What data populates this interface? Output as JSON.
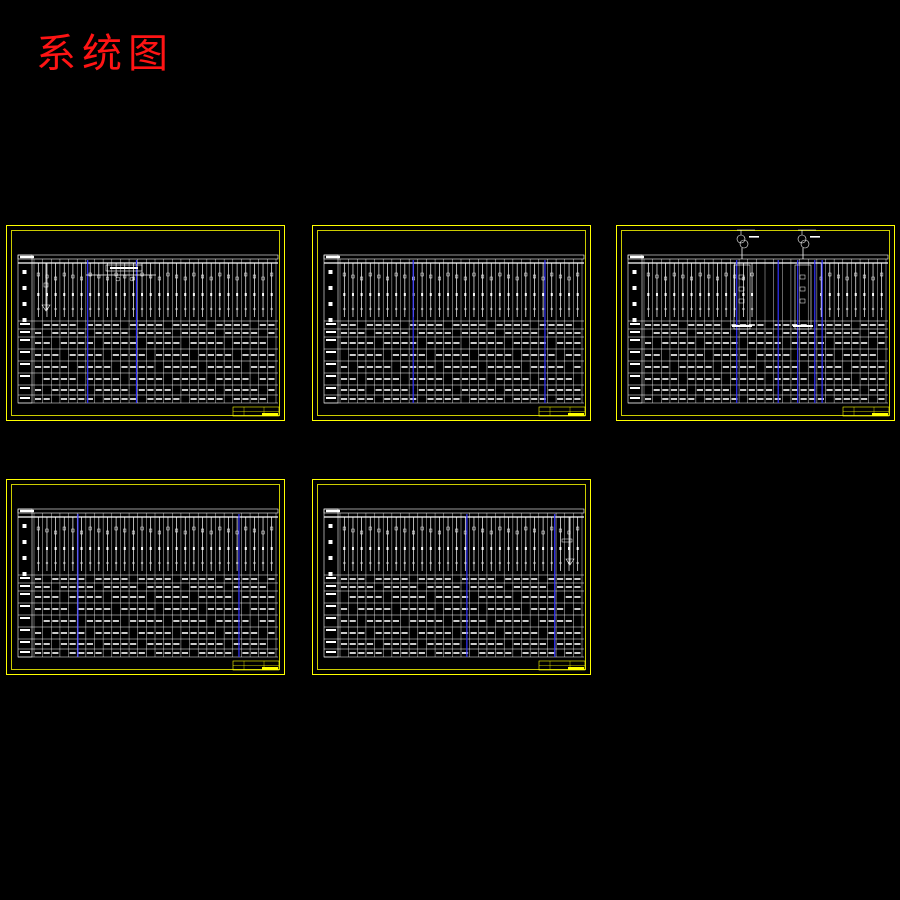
{
  "title": "系统图",
  "colors": {
    "background": "#000000",
    "title": "#ff1414",
    "frame": "#ffff00",
    "drawing": "#ffffff",
    "divider": "#3232ff"
  },
  "sheets": [
    {
      "name": "sheet-1",
      "features": [
        "incoming-transformer",
        "busbar-label"
      ]
    },
    {
      "name": "sheet-2",
      "features": []
    },
    {
      "name": "sheet-3",
      "features": [
        "transformer-pair"
      ]
    },
    {
      "name": "sheet-4",
      "features": []
    },
    {
      "name": "sheet-5",
      "features": [
        "outgoing-transformer"
      ]
    }
  ]
}
